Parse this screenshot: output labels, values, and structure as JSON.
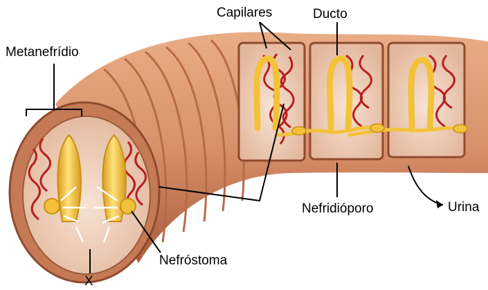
{
  "diagram": {
    "labels": {
      "metanefridio": "Metanefrídio",
      "capilares": "Capilares",
      "ducto": "Ducto",
      "nefridioporo": "Nefridióporo",
      "urina": "Urina",
      "nefrostoma": "Nefróstoma",
      "x": "X"
    },
    "colors": {
      "body_wall": "#d9906a",
      "body_shadow": "#a85a3c",
      "segment_groove": "#b86a47",
      "interior": "#f2d7c4",
      "nephridium": "#f3c23a",
      "nephridium_edge": "#c98f16",
      "capillary": "#b81e1e",
      "leader_line": "#000000"
    }
  }
}
